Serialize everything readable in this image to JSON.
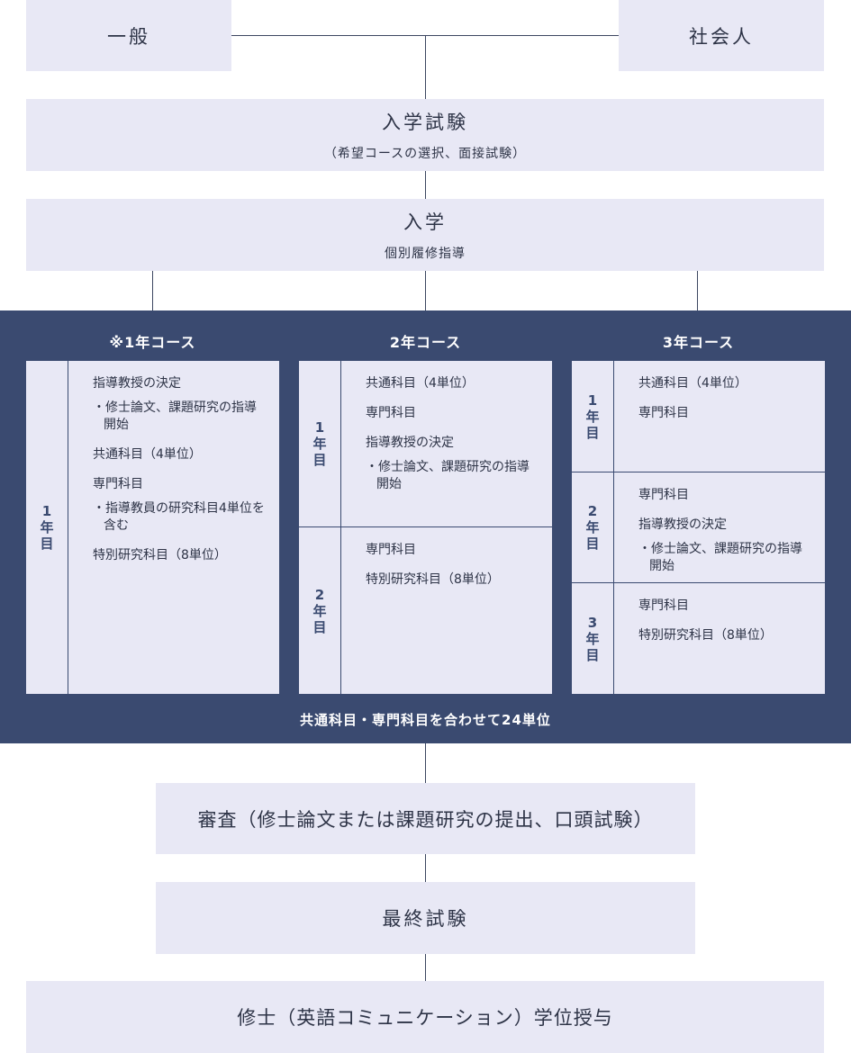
{
  "top": {
    "general": "一般",
    "working_adult": "社会人"
  },
  "entrance_exam": {
    "title": "入学試験",
    "detail": "（希望コースの選択、面接試験）"
  },
  "enrollment": {
    "title": "入学",
    "detail": "個別履修指導"
  },
  "courses": [
    {
      "title": "※1年コース",
      "years": [
        {
          "label": [
            "1",
            "年",
            "目"
          ],
          "items": [
            {
              "text": "指導教授の決定",
              "note": "修士論文、課題研究の指導開始"
            },
            {
              "text": "共通科目（4単位）"
            },
            {
              "text": "専門科目",
              "note": "指導教員の研究科目4単位を含む"
            },
            {
              "text": "特別研究科目（8単位）"
            }
          ]
        }
      ]
    },
    {
      "title": "2年コース",
      "years": [
        {
          "label": [
            "1",
            "年",
            "目"
          ],
          "items": [
            {
              "text": "共通科目（4単位）"
            },
            {
              "text": "専門科目"
            },
            {
              "text": "指導教授の決定",
              "note": "修士論文、課題研究の指導開始"
            }
          ]
        },
        {
          "label": [
            "2",
            "年",
            "目"
          ],
          "items": [
            {
              "text": "専門科目"
            },
            {
              "text": "特別研究科目（8単位）"
            }
          ]
        }
      ]
    },
    {
      "title": "3年コース",
      "years": [
        {
          "label": [
            "1",
            "年",
            "目"
          ],
          "items": [
            {
              "text": "共通科目（4単位）"
            },
            {
              "text": "専門科目"
            }
          ]
        },
        {
          "label": [
            "2",
            "年",
            "目"
          ],
          "items": [
            {
              "text": "専門科目"
            },
            {
              "text": "指導教授の決定",
              "note": "修士論文、課題研究の指導開始"
            }
          ]
        },
        {
          "label": [
            "3",
            "年",
            "目"
          ],
          "items": [
            {
              "text": "専門科目"
            },
            {
              "text": "特別研究科目（8単位）"
            }
          ]
        }
      ]
    }
  ],
  "credits_note": "共通科目・専門科目を合わせて24単位",
  "review": "審査（修士論文または課題研究の提出、口頭試験）",
  "final_exam": "最終試験",
  "degree": "修士（英語コミュニケーション）学位授与",
  "colors": {
    "box_fill": "#e8e8f5",
    "panel_fill": "#3a4a70",
    "line": "#3c4660"
  }
}
